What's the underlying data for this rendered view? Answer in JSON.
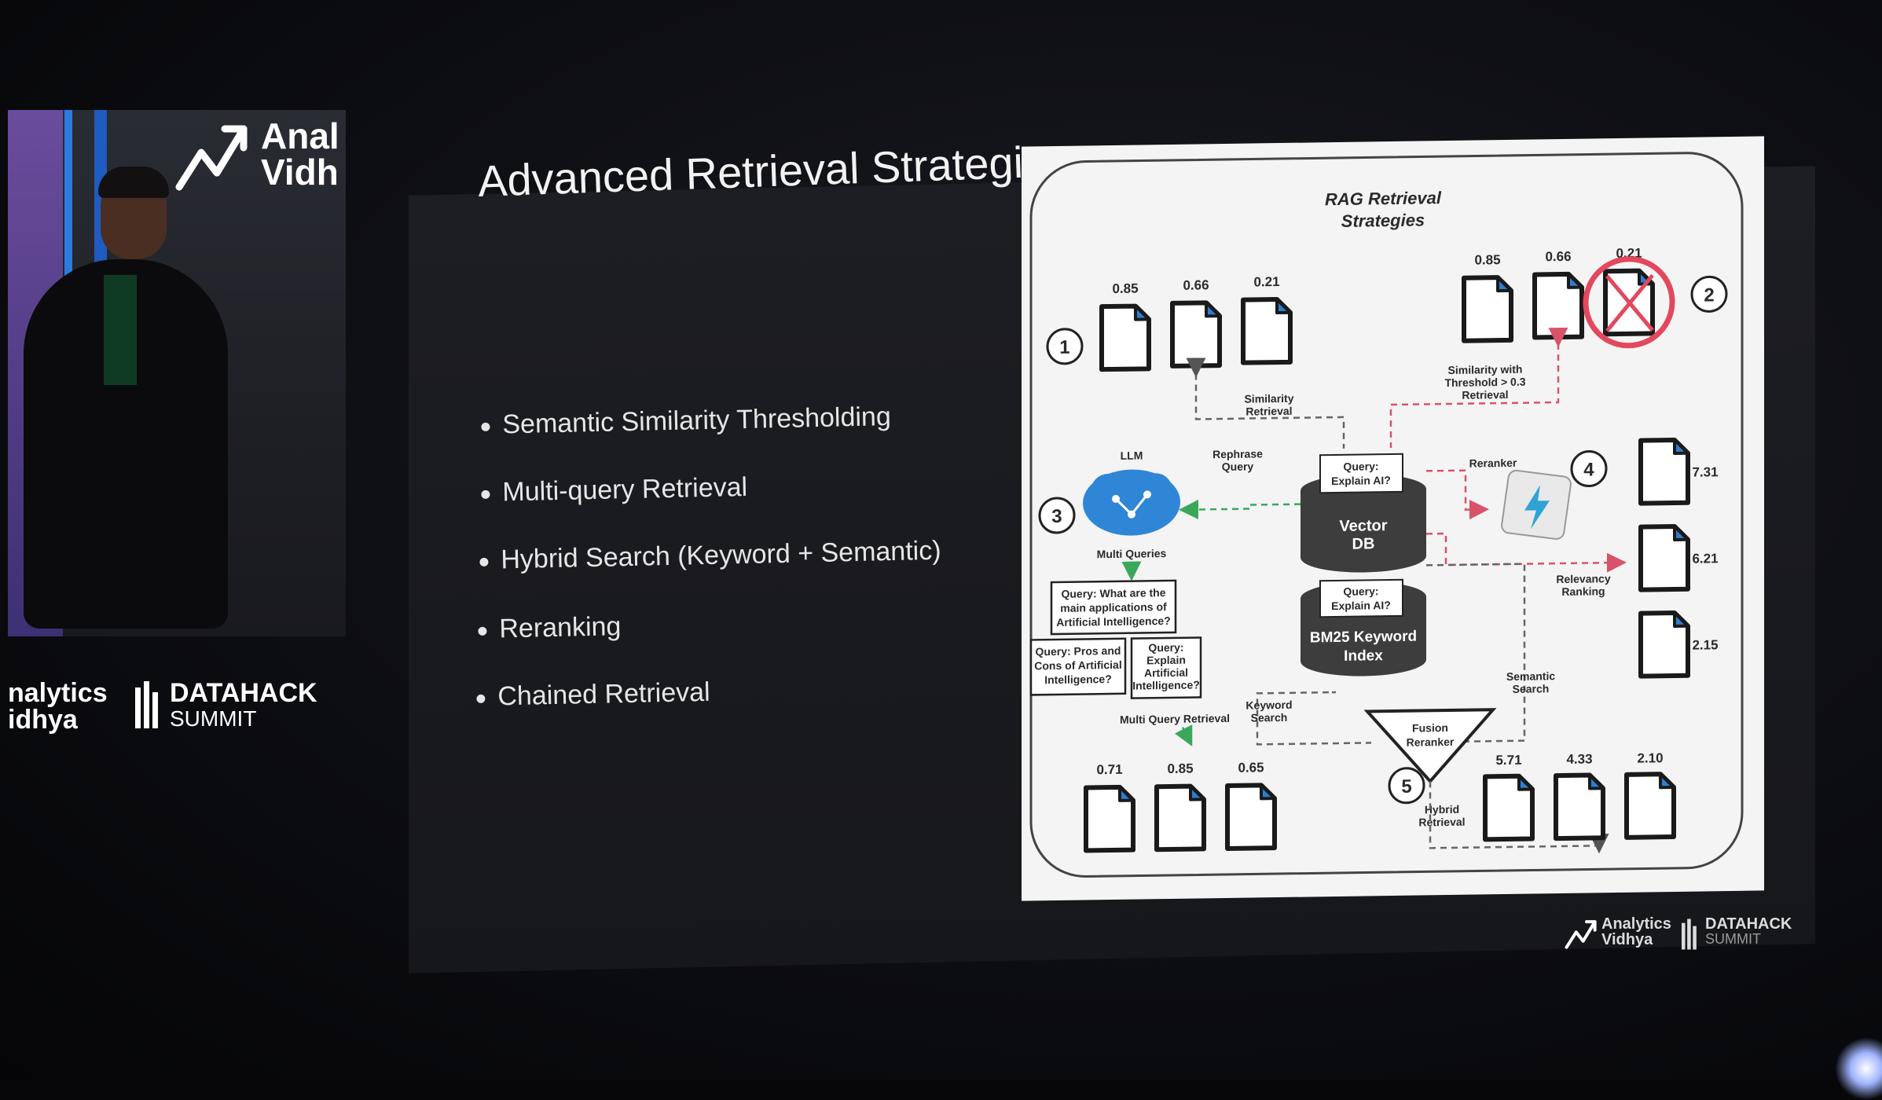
{
  "slide": {
    "title": "Advanced Retrieval Strategies",
    "bullets": [
      "Semantic Similarity Thresholding",
      "Multi-query Retrieval",
      "Hybrid Search (Keyword + Semantic)",
      "Reranking",
      "Chained Retrieval"
    ]
  },
  "branding": {
    "top_logo_line1": "Anal",
    "top_logo_line2": "Vidh",
    "left_logo_line1": "nalytics",
    "left_logo_line2": "idhya",
    "event_name": "DATAHACK",
    "event_sub": "SUMMIT",
    "bottom_logo_line1": "Analytics",
    "bottom_logo_line2": "Vidhya",
    "bottom_event_name": "DATAHACK",
    "bottom_event_sub": "SUMMIT"
  },
  "diagram": {
    "title_line1": "RAG Retrieval",
    "title_line2": "Strategies",
    "step_numbers": [
      "1",
      "2",
      "3",
      "4",
      "5"
    ],
    "section1": {
      "scores": [
        "0.85",
        "0.66",
        "0.21"
      ],
      "label_line1": "Similarity",
      "label_line2": "Retrieval"
    },
    "section2": {
      "scores": [
        "0.85",
        "0.66",
        "0.21"
      ],
      "label_line1": "Similarity with",
      "label_line2": "Threshold > 0.3",
      "label_line3": "Retrieval"
    },
    "llm_label": "LLM",
    "rephrase_line1": "Rephrase",
    "rephrase_line2": "Query",
    "vector_query_line1": "Query:",
    "vector_query_line2": "Explain AI?",
    "vector_db_line1": "Vector",
    "vector_db_line2": "DB",
    "bm25_query_line1": "Query:",
    "bm25_query_line2": "Explain AI?",
    "bm25_line1": "BM25 Keyword",
    "bm25_line2": "Index",
    "multi_queries_label": "Multi Queries",
    "mq1_line1": "Query: What are the",
    "mq1_line2": "main applications of",
    "mq1_line3": "Artificial Intelligence?",
    "mq2_line1": "Query: Pros and",
    "mq2_line2": "Cons of Artificial",
    "mq2_line3": "Intelligence?",
    "mq3_line1": "Query:",
    "mq3_line2": "Explain",
    "mq3_line3": "Artificial",
    "mq3_line4": "Intelligence?",
    "multi_query_retrieval": "Multi Query Retrieval",
    "section3_scores": [
      "0.71",
      "0.85",
      "0.65"
    ],
    "reranker_label": "Reranker",
    "relevancy_line1": "Relevancy",
    "relevancy_line2": "Ranking",
    "section4_scores": [
      "7.31",
      "6.21",
      "2.15"
    ],
    "keyword_line1": "Keyword",
    "keyword_line2": "Search",
    "semantic_line1": "Semantic",
    "semantic_line2": "Search",
    "fusion_line1": "Fusion",
    "fusion_line2": "Reranker",
    "hybrid_line1": "Hybrid",
    "hybrid_line2": "Retrieval",
    "section5_scores": [
      "5.71",
      "4.33",
      "2.10"
    ]
  }
}
